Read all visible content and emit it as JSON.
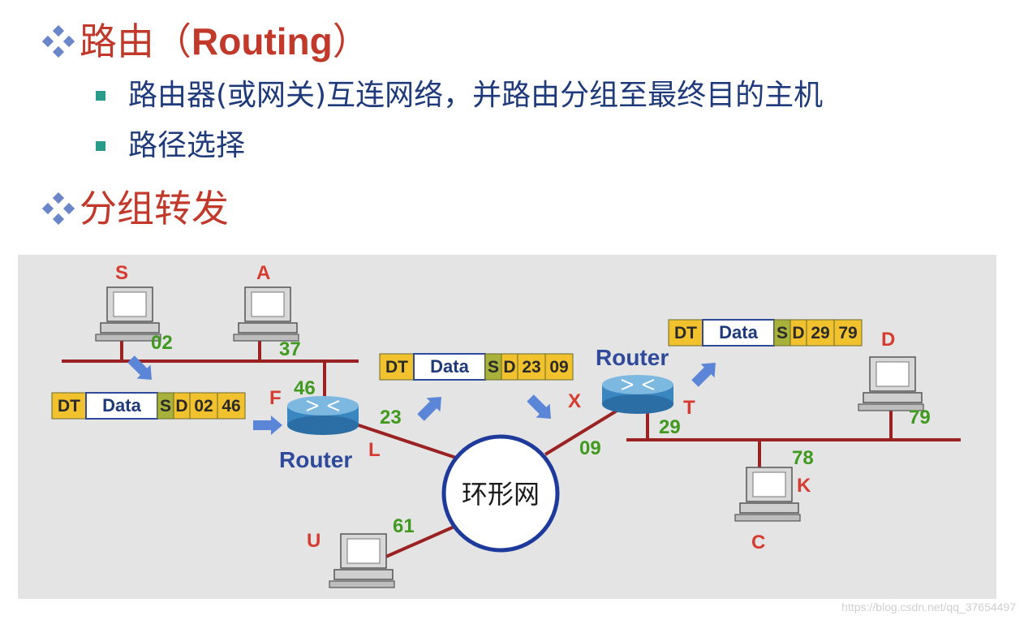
{
  "heading1": {
    "prefix": "路由（",
    "bold": "Routing",
    "suffix": "）"
  },
  "sub1": "路由器(或网关)互连网络，并路由分组至最终目的主机",
  "sub2": "路径选择",
  "heading2": "分组转发",
  "colors": {
    "title": "#c0392b",
    "subtitle": "#1f3a7a",
    "label_red": "#d63b2f",
    "label_green": "#3f9a1f",
    "router_text": "#2f4a9a",
    "link": "#9b2222",
    "ring": "#1e3a9a"
  },
  "diagram": {
    "hosts": {
      "S": "S",
      "A": "A",
      "D": "D",
      "C": "C",
      "U": "U",
      "K": "K"
    },
    "addresses": {
      "s": "02",
      "a": "37",
      "f": "46",
      "l": "23",
      "x": "09",
      "t": "29",
      "d": "79",
      "c": "78",
      "u": "61"
    },
    "router_labels": {
      "F": "F",
      "L": "L",
      "X": "X",
      "T": "T"
    },
    "router_text": "Router",
    "ring_label": "环形网",
    "packets": [
      {
        "dt": "DT",
        "data": "Data",
        "s": "S",
        "d": "D",
        "src": "02",
        "dst": "46"
      },
      {
        "dt": "DT",
        "data": "Data",
        "s": "S",
        "d": "D",
        "src": "23",
        "dst": "09"
      },
      {
        "dt": "DT",
        "data": "Data",
        "s": "S",
        "d": "D",
        "src": "29",
        "dst": "79"
      }
    ]
  },
  "watermark": "https://blog.csdn.net/qq_37654497"
}
